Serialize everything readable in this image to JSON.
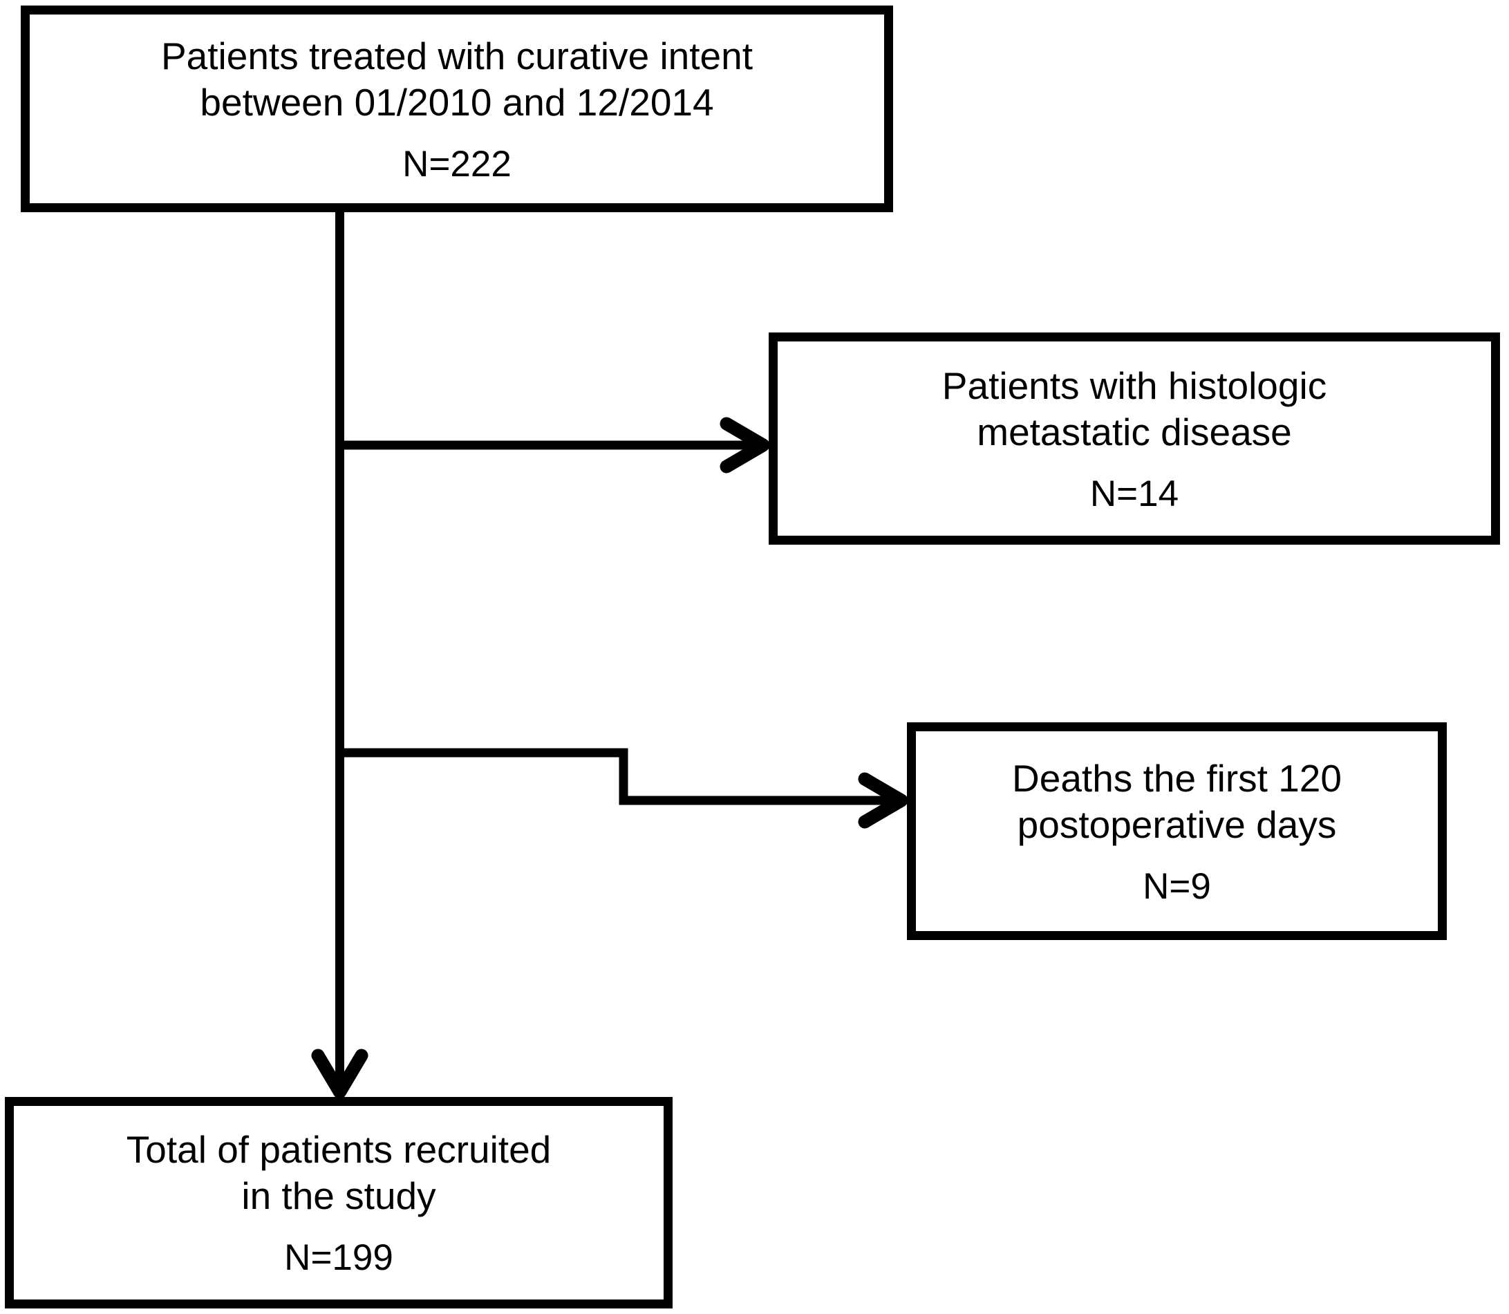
{
  "flowchart": {
    "background_color": "#ffffff",
    "line_color": "#000000",
    "text_color": "#000000",
    "nodes": {
      "source": {
        "line1": "Patients treated with curative intent",
        "line2": "between 01/2010 and 12/2014",
        "n": "N=222"
      },
      "excluded_metastatic": {
        "line1": "Patients with histologic",
        "line2": "metastatic disease",
        "n": "N=14"
      },
      "excluded_deaths": {
        "line1": "Deaths the first 120",
        "line2": "postoperative days",
        "n": "N=9"
      },
      "final": {
        "line1": "Total of patients recruited",
        "line2": "in the study",
        "n": "N=199"
      }
    }
  }
}
